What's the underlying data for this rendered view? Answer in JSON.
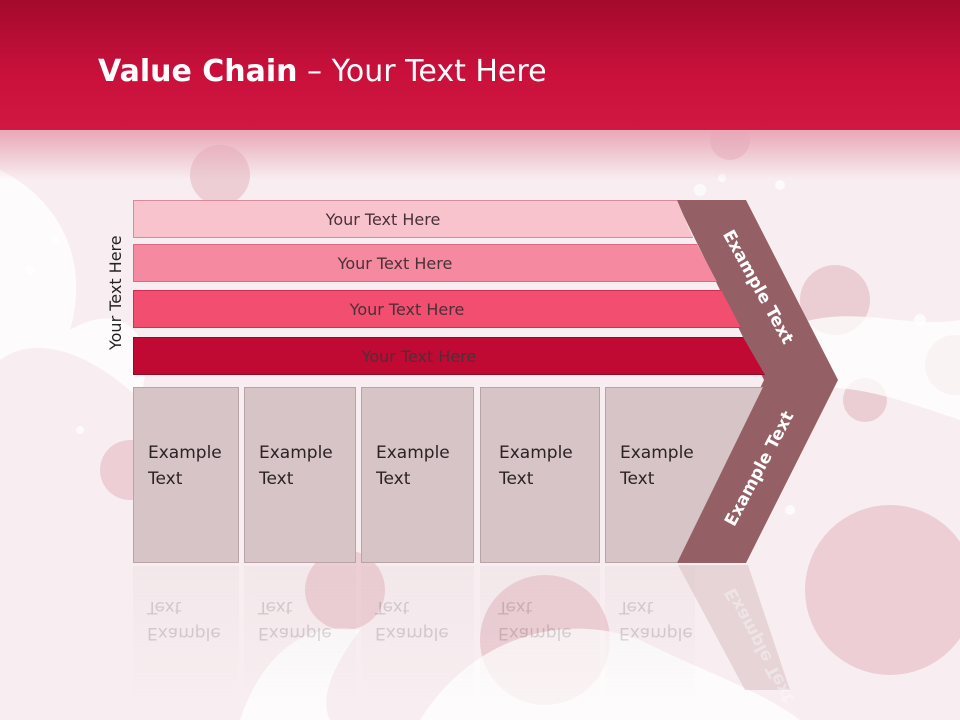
{
  "slide": {
    "title_bold": "Value Chain",
    "title_rest": " – Your Text Here",
    "side_label": "Your Text Here",
    "rows": [
      {
        "label": "Your Text Here",
        "color": "#f9c3ce"
      },
      {
        "label": "Your Text Here",
        "color": "#f5899f"
      },
      {
        "label": "Your Text Here",
        "color": "#f24e70"
      },
      {
        "label": "Your Text Here",
        "color": "#c10a33"
      }
    ],
    "columns": [
      {
        "line1": "Example",
        "line2": "Text"
      },
      {
        "line1": "Example",
        "line2": "Text"
      },
      {
        "line1": "Example",
        "line2": "Text"
      },
      {
        "line1": "Example",
        "line2": "Text"
      },
      {
        "line1": "Example",
        "line2": "Text"
      }
    ],
    "chevron_top_label": "Example Text",
    "chevron_bottom_label": "Example Text",
    "colors": {
      "header": "#c8103b",
      "column_fill": "#d6c4c6",
      "chevron": "#946065"
    }
  }
}
